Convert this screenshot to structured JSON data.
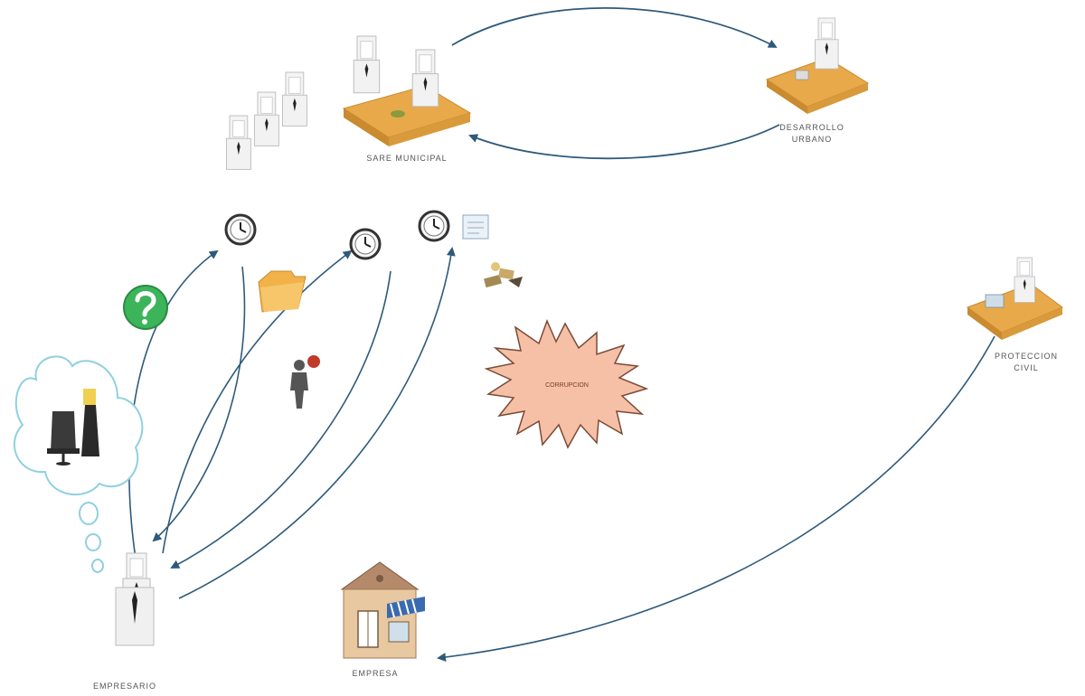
{
  "labels": {
    "municipal": "SARE MUNICIPAL",
    "urban_line1": "DESARROLLO",
    "urban_line2": "URBANO",
    "civil_line1": "PROTECCION",
    "civil_line2": "CIVIL",
    "empresario": "EMPRESARIO",
    "empresa": "EMPRESA",
    "burst": "CORRUPCION"
  },
  "colors": {
    "arrow": "#2e5a7a",
    "desk": "#e8a94a",
    "cloud": "#8fd0e0",
    "burst_fill": "#f6c0a6",
    "help_icon": "#3cb45a"
  }
}
